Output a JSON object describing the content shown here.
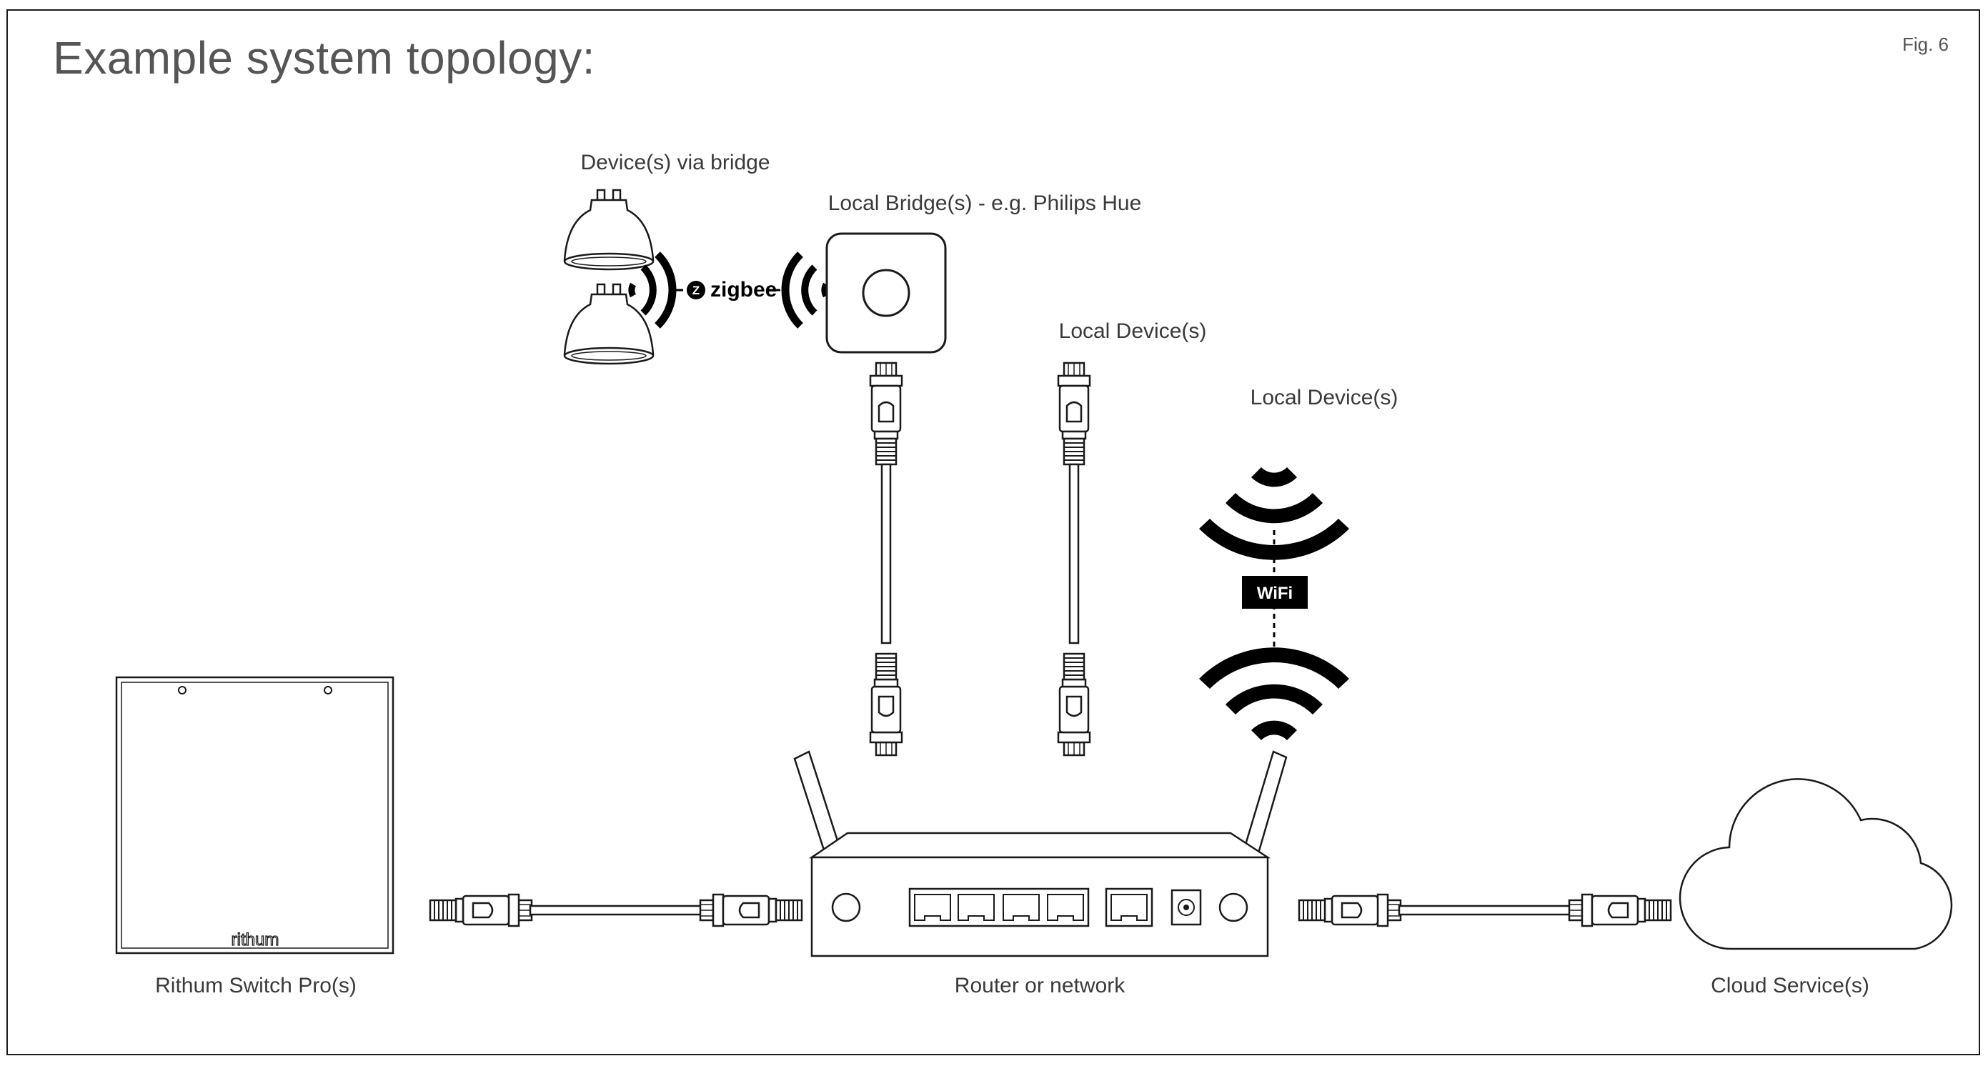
{
  "title": "Example system topology:",
  "figure_label": "Fig. 6",
  "labels": {
    "devices_via_bridge": "Device(s) via bridge",
    "local_bridge": "Local Bridge(s) - e.g. Philips Hue",
    "local_devices_wired": "Local Device(s)",
    "local_devices_wifi": "Local Device(s)",
    "switch": "Rithum Switch Pro(s)",
    "router": "Router or network",
    "cloud": "Cloud Service(s)"
  },
  "badges": {
    "wifi": "WiFi",
    "zigbee": "zigbee"
  },
  "logo_text": "rithum",
  "icons": [
    "spotlight-bulb-icon",
    "zigbee-signal-icon",
    "bridge-icon",
    "ethernet-cable-icon",
    "wifi-signal-icon",
    "switch-panel-icon",
    "router-icon",
    "cloud-icon"
  ],
  "colors": {
    "line": "#1a1a1a",
    "text": "#3a3a3a",
    "title": "#555555",
    "badge_bg": "#000000",
    "badge_text": "#ffffff"
  }
}
